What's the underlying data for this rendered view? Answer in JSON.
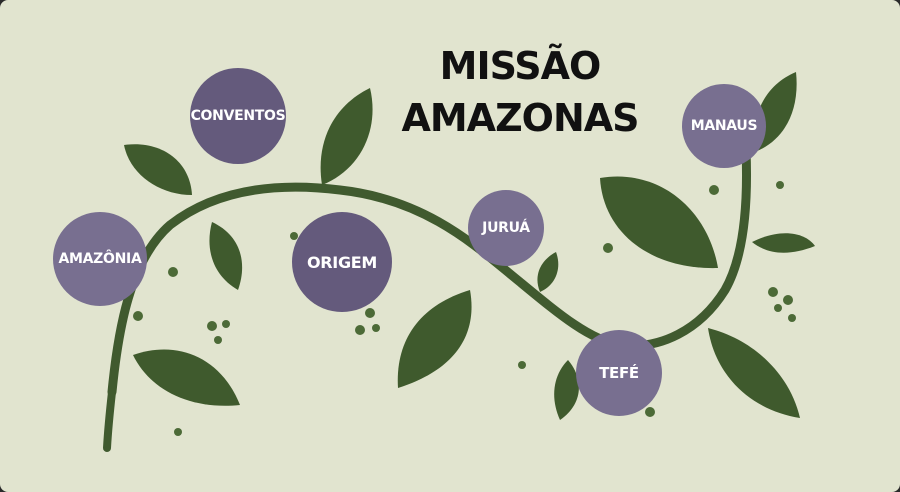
{
  "title": {
    "line1": "MISSÃO",
    "line2": "AMAZONAS"
  },
  "colors": {
    "background": "#e1e4cf",
    "vine": "#405a2f",
    "leaf": "#3f5a2d",
    "topic_circle": "#645a7c",
    "topic_text": "#ffffff",
    "title_text": "#111111"
  },
  "topics": [
    {
      "id": "conventos",
      "label": "CONVENTOS"
    },
    {
      "id": "amazonia",
      "label": "AMAZÔNIA"
    },
    {
      "id": "origem",
      "label": "ORIGEM"
    },
    {
      "id": "jurua",
      "label": "JURUÁ"
    },
    {
      "id": "manaus",
      "label": "MANAUS"
    },
    {
      "id": "tefe",
      "label": "TEFÉ"
    }
  ]
}
